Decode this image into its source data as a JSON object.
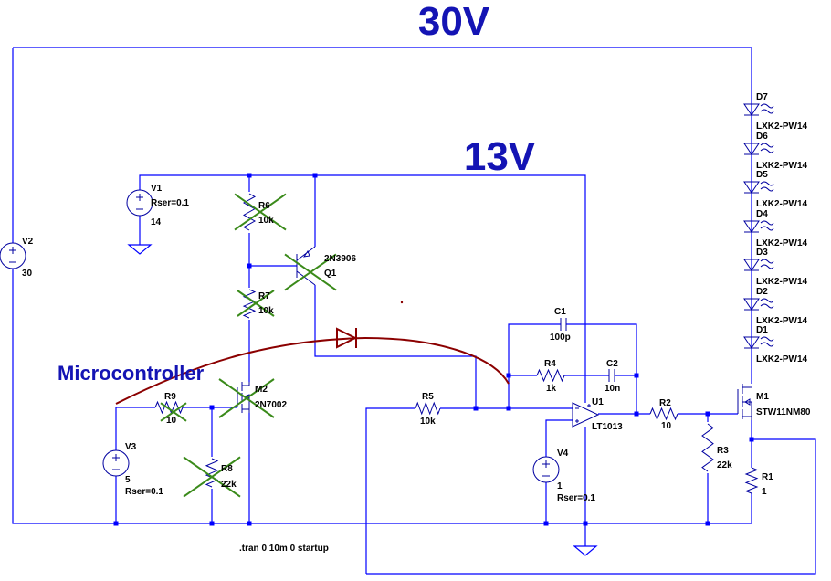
{
  "annotations": {
    "v30": "30V",
    "v13": "13V",
    "mcu": "Microcontroller",
    "directive": ".tran 0 10m 0 startup"
  },
  "colors": {
    "wire": "#0000ff",
    "text_big": "#1414b4",
    "cross": "#3a8a1a",
    "arrow": "#8b0000"
  },
  "components": {
    "V2": {
      "name": "V2",
      "value": "30"
    },
    "V1": {
      "name": "V1",
      "rser": "Rser=0.1",
      "value": "14"
    },
    "V3": {
      "name": "V3",
      "value": "5",
      "rser": "Rser=0.1"
    },
    "V4": {
      "name": "V4",
      "value": "1",
      "rser": "Rser=0.1"
    },
    "R6": {
      "name": "R6",
      "value": "10k"
    },
    "R7": {
      "name": "R7",
      "value": "10k"
    },
    "R9": {
      "name": "R9",
      "value": "10"
    },
    "R8": {
      "name": "R8",
      "value": "22k"
    },
    "R5": {
      "name": "R5",
      "value": "10k"
    },
    "R4": {
      "name": "R4",
      "value": "1k"
    },
    "R2": {
      "name": "R2",
      "value": "10"
    },
    "R3": {
      "name": "R3",
      "value": "22k"
    },
    "R1": {
      "name": "R1",
      "value": "1"
    },
    "C1": {
      "name": "C1",
      "value": "100p"
    },
    "C2": {
      "name": "C2",
      "value": "10n"
    },
    "Q1": {
      "name": "Q1",
      "model": "2N3906"
    },
    "M2": {
      "name": "M2",
      "model": "2N7002"
    },
    "M1": {
      "name": "M1",
      "model": "STW11NM80"
    },
    "U1": {
      "name": "U1",
      "model": "LT1013"
    },
    "D7": {
      "name": "D7",
      "model": "LXK2-PW14"
    },
    "D6": {
      "name": "D6",
      "model": "LXK2-PW14"
    },
    "D5": {
      "name": "D5",
      "model": "LXK2-PW14"
    },
    "D4": {
      "name": "D4",
      "model": "LXK2-PW14"
    },
    "D3": {
      "name": "D3",
      "model": "LXK2-PW14"
    },
    "D2": {
      "name": "D2",
      "model": "LXK2-PW14"
    },
    "D1": {
      "name": "D1",
      "model": "LXK2-PW14"
    }
  }
}
